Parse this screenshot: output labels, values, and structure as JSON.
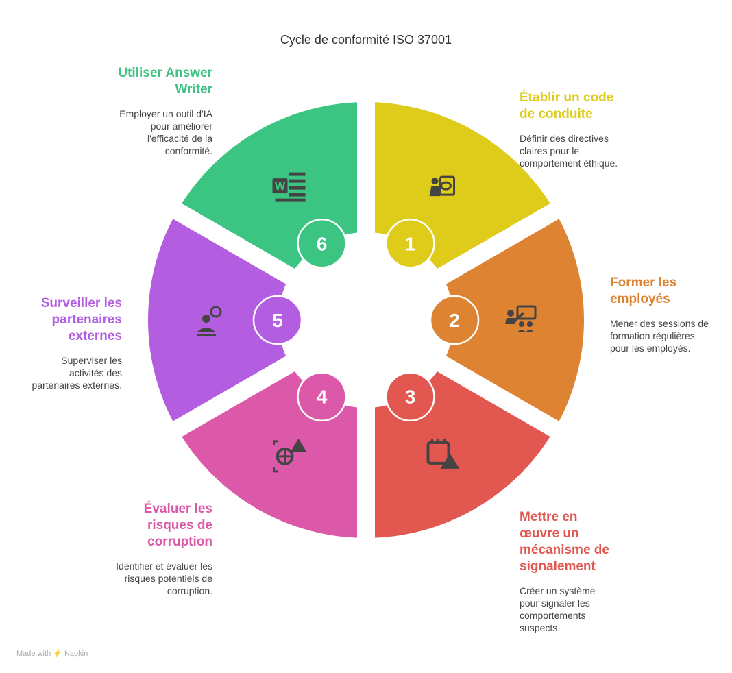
{
  "title": "Cycle de conformité ISO 37001",
  "steps": [
    {
      "num": "1",
      "title": "Établir un code de conduite",
      "desc": "Définir des directives claires pour le comportement éthique.",
      "color": "#DFCB19",
      "icon": "teacher-ethics-icon"
    },
    {
      "num": "2",
      "title": "Former les employés",
      "desc": "Mener des sessions de formation régulières pour les employés.",
      "color": "#DD8331",
      "icon": "training-presentation-icon"
    },
    {
      "num": "3",
      "title": "Mettre en œuvre un mécanisme de signalement",
      "desc": "Créer un système pour signaler les comportements suspects.",
      "color": "#E35751",
      "icon": "calendar-warning-icon"
    },
    {
      "num": "4",
      "title": "Évaluer les risques de corruption",
      "desc": "Identifier et évaluer les risques potentiels de corruption.",
      "color": "#DC59AA",
      "icon": "risk-assessment-icon"
    },
    {
      "num": "5",
      "title": "Surveiller les partenaires externes",
      "desc": "Superviser les activités des partenaires externes.",
      "color": "#B35DE0",
      "icon": "monitor-person-icon"
    },
    {
      "num": "6",
      "title": "Utiliser Answer Writer",
      "desc": "Employer un outil d'IA pour améliorer l'efficacité de la conformité.",
      "color": "#3CC483",
      "icon": "word-document-icon"
    }
  ],
  "footer": "Made with ⚡ Napkin"
}
